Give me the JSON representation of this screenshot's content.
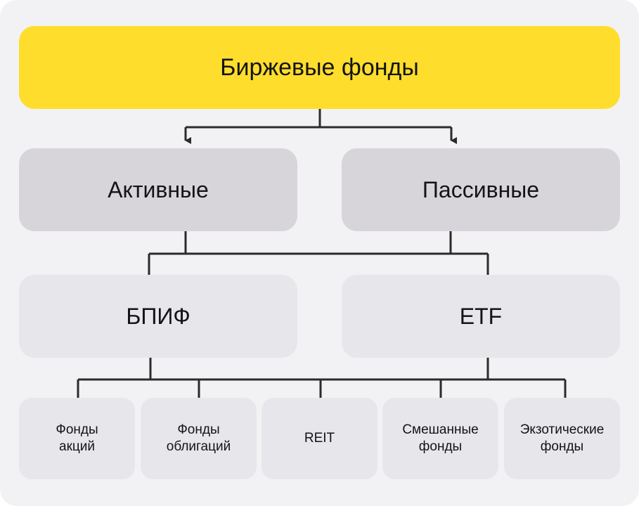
{
  "diagram": {
    "root": {
      "label": "Биржевые фонды"
    },
    "management": [
      {
        "label": "Активные"
      },
      {
        "label": "Пассивные"
      }
    ],
    "fund_types": [
      {
        "label": "БПИФ"
      },
      {
        "label": "ETF"
      }
    ],
    "categories": [
      {
        "line1": "Фонды",
        "line2": "акций"
      },
      {
        "line1": "Фонды",
        "line2": "облигаций"
      },
      {
        "line1": "REIT",
        "line2": ""
      },
      {
        "line1": "Смешанные",
        "line2": "фонды"
      },
      {
        "line1": "Экзотические",
        "line2": "фонды"
      }
    ]
  },
  "colors": {
    "root_fill": "#ffdd2d",
    "level2_fill": "#d7d5da",
    "level3_fill": "#e7e7eb",
    "leaf_fill": "#e7e7eb",
    "background": "#f2f2f4",
    "connector": "#2b2b2b",
    "text": "#141414"
  }
}
